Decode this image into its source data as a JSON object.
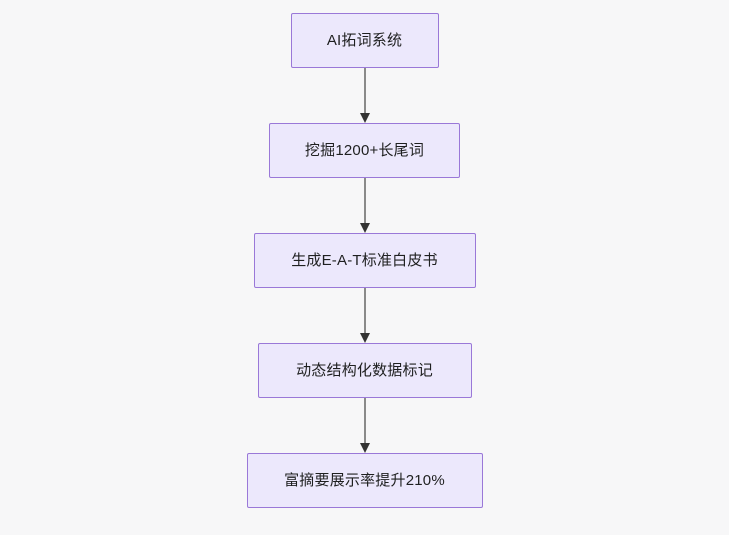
{
  "diagram": {
    "type": "flowchart",
    "direction": "top-to-bottom",
    "background_color": "#f7f7f8",
    "node_fill_color": "#ece8fc",
    "node_border_color": "#9a78d8",
    "node_text_color": "#1f2020",
    "edge_line_color": "#8a8a8a",
    "edge_arrow_color": "#333333",
    "nodes": [
      {
        "id": "n1",
        "label": "AI拓词系统"
      },
      {
        "id": "n2",
        "label": "挖掘1200+长尾词"
      },
      {
        "id": "n3",
        "label": "生成E-A-T标准白皮书"
      },
      {
        "id": "n4",
        "label": "动态结构化数据标记"
      },
      {
        "id": "n5",
        "label": "富摘要展示率提升210%"
      }
    ],
    "edges": [
      {
        "from": "n1",
        "to": "n2",
        "label": "",
        "arrow": "arrowhead-down-icon"
      },
      {
        "from": "n2",
        "to": "n3",
        "label": "",
        "arrow": "arrowhead-down-icon"
      },
      {
        "from": "n3",
        "to": "n4",
        "label": "",
        "arrow": "arrowhead-down-icon"
      },
      {
        "from": "n4",
        "to": "n5",
        "label": "",
        "arrow": "arrowhead-down-icon"
      }
    ]
  }
}
